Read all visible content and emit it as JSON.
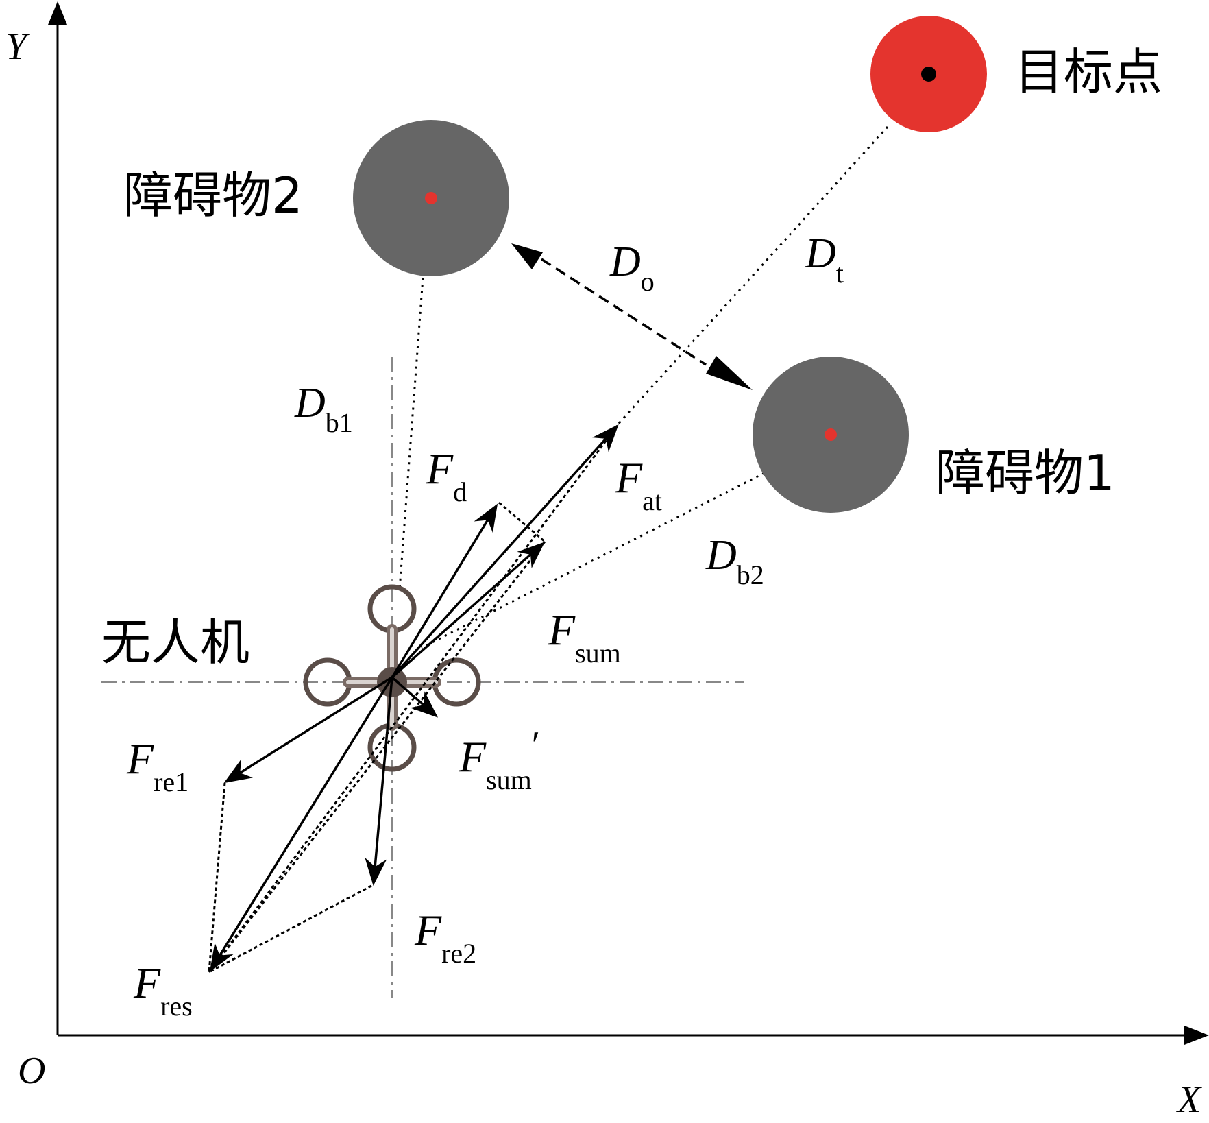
{
  "axes": {
    "origin": "O",
    "x_label": "X",
    "y_label": "Y"
  },
  "objects": {
    "target": {
      "label": "目标点",
      "color": "#e4342e",
      "center_dot": "#000000"
    },
    "obstacle1": {
      "label": "障碍物1",
      "color": "#666666",
      "center_dot": "#e4342e"
    },
    "obstacle2": {
      "label": "障碍物2",
      "color": "#666666",
      "center_dot": "#e4342e"
    },
    "uav": {
      "label": "无人机",
      "icon": "quadcopter-icon",
      "color": "#5a4d48"
    }
  },
  "distances": {
    "Do": {
      "main": "D",
      "sub": "o"
    },
    "Dt": {
      "main": "D",
      "sub": "t"
    },
    "Db1": {
      "main": "D",
      "sub": "b1"
    },
    "Db2": {
      "main": "D",
      "sub": "b2"
    }
  },
  "forces": {
    "Fd": {
      "main": "F",
      "sub": "d"
    },
    "Fat": {
      "main": "F",
      "sub": "at"
    },
    "Fsum": {
      "main": "F",
      "sub": "sum"
    },
    "Fsum_prime": {
      "main": "F",
      "sub": "sum",
      "prime": "′"
    },
    "Fre1": {
      "main": "F",
      "sub": "re1"
    },
    "Fre2": {
      "main": "F",
      "sub": "re2"
    },
    "Fres": {
      "main": "F",
      "sub": "res"
    }
  }
}
